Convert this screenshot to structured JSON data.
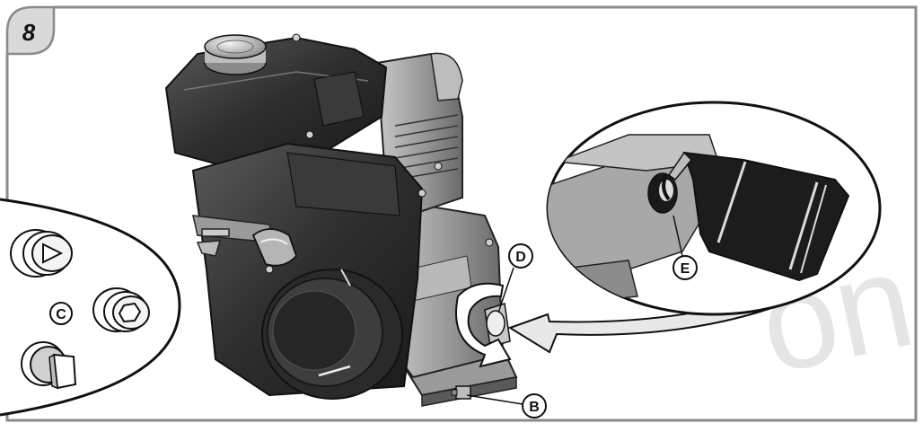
{
  "figure": {
    "number": "8",
    "callouts": {
      "b": "B",
      "c": "C",
      "d": "D",
      "e": "E"
    },
    "watermark": "on"
  },
  "colors": {
    "frame": "#8a8a8a",
    "badge": "#d9d9d9",
    "engine_dark": "#2b2b2b",
    "engine_mid": "#4a4a4a",
    "engine_light": "#9a9a9a",
    "arrow_fill": "#e8e8e8",
    "watermark": "#e5e5e5"
  }
}
